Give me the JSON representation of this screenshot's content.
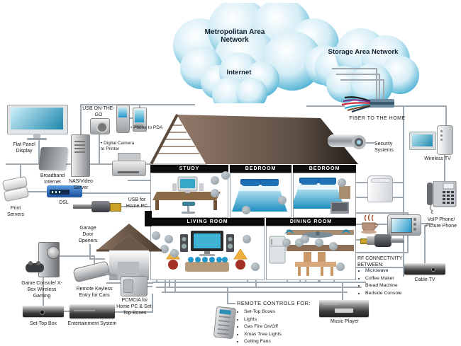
{
  "clouds": {
    "metropolitan": "Metropolitan Area Network",
    "storage": "Storage Area Network",
    "internet": "Internet"
  },
  "house": {
    "rooms": {
      "study": "STUDY",
      "bedroom1": "BEDROOM",
      "bedroom2": "BEDROOM",
      "living": "LIVING ROOM",
      "dining": "DINING ROOM"
    }
  },
  "left": {
    "flat_panel": "Flat Panel Display",
    "broadband": "Broadband Internet",
    "nas": "NAS/Video Server",
    "usb_otg": "USB ON-THE-GO",
    "phone_to_pda": "• Phone to PDA",
    "digital_camera": "• Digital Camera to Printer",
    "print_servers": "Print Servers",
    "dsl": "DSL",
    "usb_home_pc": "USB for Home PC",
    "garage": "Garage Door Openers",
    "game_console": "Game Console/ X-Box Wireless Gaming",
    "remote_keyless": "Remote Keyless Entry for Cars",
    "set_top_box": "Set-Top Box",
    "entertainment": "Entertainment System",
    "pcmcia": "PCMCIA for Home PC & Set-Top Boxes"
  },
  "bottom": {
    "remote_controls_title": "REMOTE CONTROLS FOR:",
    "remote_controls_items": [
      "Set-Top Boxes",
      "Lights",
      "Gas Fire On/Off",
      "Xmas Tree Lights",
      "Ceiling Fans"
    ],
    "music_player": "Music Player"
  },
  "right": {
    "fiber": "FIBER TO THE HOME",
    "security": "Security Systems",
    "wireless_tv": "Wireless TV",
    "voip": "VoIP Phone/ Picture Phone",
    "rf_title": "RF CONNECTIVITY BETWEEN:",
    "rf_items": [
      "Microwave",
      "Coffee Maker",
      "Bread Machine",
      "Bedside Console"
    ],
    "cable_tv": "Cable TV"
  },
  "colors": {
    "cloud_edge": "#2199c2",
    "line": "#9fa9af",
    "roof_light": "#92796a",
    "roof_dark": "#241e19",
    "bed_blue": "#1f8fc0",
    "header_bg": "#0b0b0b"
  }
}
